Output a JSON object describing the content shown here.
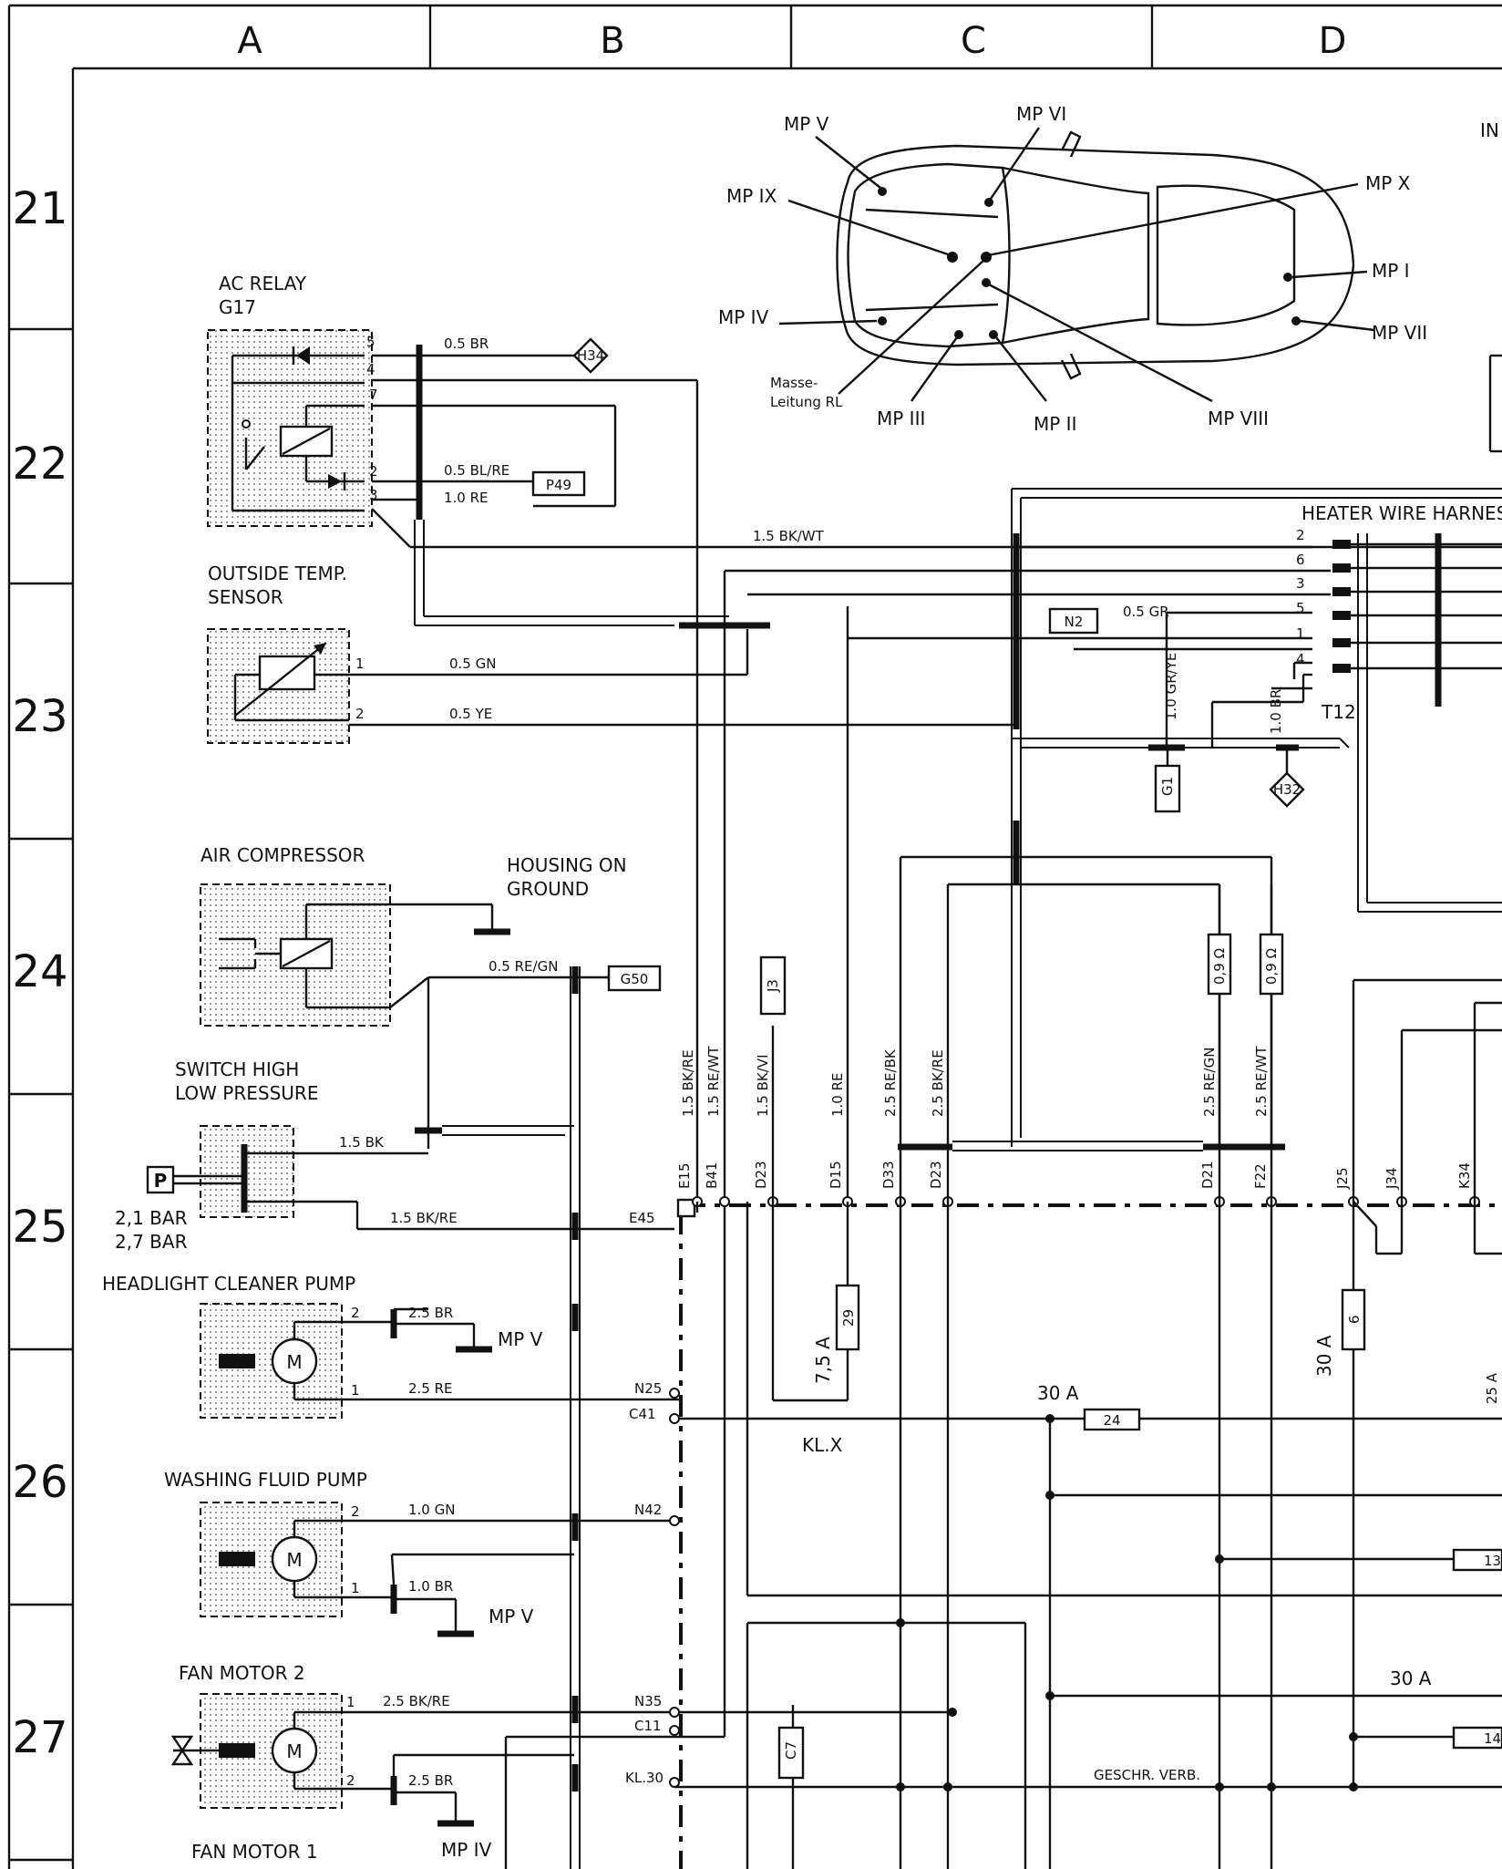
{
  "grid": {
    "columns": [
      "A",
      "B",
      "C",
      "D"
    ],
    "rows": [
      "21",
      "22",
      "23",
      "24",
      "25",
      "26",
      "27"
    ]
  },
  "components": {
    "ac_relay": {
      "title": "AC  RELAY",
      "code": "G17",
      "pins": [
        "5",
        "4",
        "7",
        "2",
        "3"
      ]
    },
    "outside_temp_sensor": {
      "title_line1": "OUTSIDE TEMP.",
      "title_line2": "SENSOR",
      "pins": [
        "1",
        "2"
      ]
    },
    "air_compressor": {
      "title": "AIR COMPRESSOR"
    },
    "housing_ground": {
      "line1": "HOUSING ON",
      "line2": "GROUND"
    },
    "pressure_switch": {
      "title_line1": "SWITCH HIGH",
      "title_line2": "LOW PRESSURE",
      "symbol": "P",
      "value1": "2,1 BAR",
      "value2": "2,7 BAR"
    },
    "headlight_pump": {
      "title": "HEADLIGHT CLEANER  PUMP",
      "motor": "M",
      "pins": [
        "2",
        "1"
      ]
    },
    "washing_pump": {
      "title": "WASHING FLUID PUMP",
      "motor": "M",
      "pins": [
        "2",
        "1"
      ]
    },
    "fan_motor_2": {
      "title": "FAN MOTOR 2",
      "motor": "M",
      "pins": [
        "1",
        "2"
      ]
    },
    "fan_motor_1": {
      "title": "FAN MOTOR 1"
    },
    "heater_harness": {
      "title": "HEATER WIRE HARNESS",
      "code": "T12",
      "pins": [
        "2",
        "6",
        "3",
        "5",
        "1",
        "4"
      ]
    }
  },
  "car": {
    "points": [
      "MP V",
      "MP VI",
      "MP IX",
      "MP X",
      "MP I",
      "MP IV",
      "MP VII",
      "MP III",
      "MP II",
      "MP VIII"
    ],
    "masse_line1": "Masse-",
    "masse_line2": "Leitung RL",
    "corner_text": "IN"
  },
  "connectors": {
    "H34": "H34",
    "P49": "P49",
    "N2": "N2",
    "G1": "G1",
    "H32": "H32",
    "G50": "G50",
    "J3": "J3",
    "C7": "C7",
    "e45": "E45",
    "n25": "N25",
    "c41": "C41",
    "n42": "N42",
    "n35": "N35",
    "c11": "C11",
    "kl30": "KL.30"
  },
  "wires": {
    "br05": "0.5 BR",
    "blre05": "0.5 BL/RE",
    "re10": "1.0 RE",
    "bkwt15": "1.5 BK/WT",
    "gn05": "0.5 GN",
    "ye05": "0.5 YE",
    "gr05": "0.5 GR",
    "grye10": "1.0 GR/YE",
    "br10v": "1.0 BR",
    "rgn05": "0.5 RE/GN",
    "bk15": "1.5 BK",
    "bkre15": "1.5 BK/RE",
    "br25": "2.5 BR",
    "re25": "2.5 RE",
    "gn10": "1.0 GN",
    "br10": "1.0 BR",
    "bkre25": "2.5 BK/RE",
    "br25b": "2.5 BR"
  },
  "vertical_wires": [
    "1.5 BK/RE",
    "1.5 RE/WT",
    "1.5 BK/VI",
    "1.0 RE",
    "2.5 RE/BK",
    "2.5 BK/RE",
    "2.5 RE/GN",
    "2.5 RE/WT"
  ],
  "resistors": [
    "0,9 Ω",
    "0,9 Ω"
  ],
  "bus_pins": [
    "E15",
    "B41",
    "D23",
    "D15",
    "D33",
    "D23",
    "D21",
    "F22",
    "J25",
    "J34",
    "K34"
  ],
  "fuses": {
    "f29": {
      "num": "29",
      "amp": "7,5 A"
    },
    "f6": {
      "num": "6",
      "amp": "30 A"
    },
    "f24": {
      "num": "24",
      "amp": "30 A"
    },
    "f13": {
      "num": "13"
    },
    "f14": {
      "num": "14",
      "amp": "30 A"
    },
    "partial_amp": "25 A"
  },
  "labels": {
    "klx": "KL.X",
    "geschr": "GESCHR. VERB."
  }
}
